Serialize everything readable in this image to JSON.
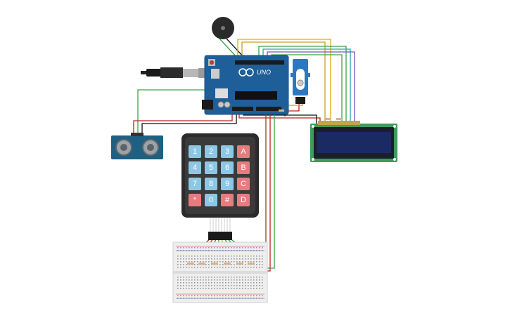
{
  "app": {
    "canvas": "circuit-workspace"
  },
  "components": {
    "arduino": {
      "model_label": "UNO",
      "board_color": "#1f5f99"
    },
    "keypad": {
      "rows": [
        [
          "1",
          "2",
          "3",
          "A"
        ],
        [
          "4",
          "5",
          "6",
          "B"
        ],
        [
          "7",
          "8",
          "9",
          "C"
        ],
        [
          "*",
          "0",
          "#",
          "D"
        ]
      ],
      "digit_key_color": "#8ec7e3",
      "letter_key_color": "#e57c80"
    },
    "lcd": {
      "screen_color": "#1b2a63",
      "pcb_color": "#3f9b5a"
    },
    "ultrasonic_sensor": {
      "pcb_color": "#1f5f82"
    },
    "servo": {
      "body_color": "#2b78c2"
    },
    "buzzer": {
      "color": "#2a2a2a"
    },
    "breadboard": {
      "color": "#eeeeee"
    }
  },
  "wires": {
    "colors": [
      "#c8a020",
      "#d6b000",
      "#3aa14a",
      "#2aa5a5",
      "#7a4fc0",
      "#c02020",
      "#111111",
      "#8b4513",
      "#e08a30"
    ]
  }
}
